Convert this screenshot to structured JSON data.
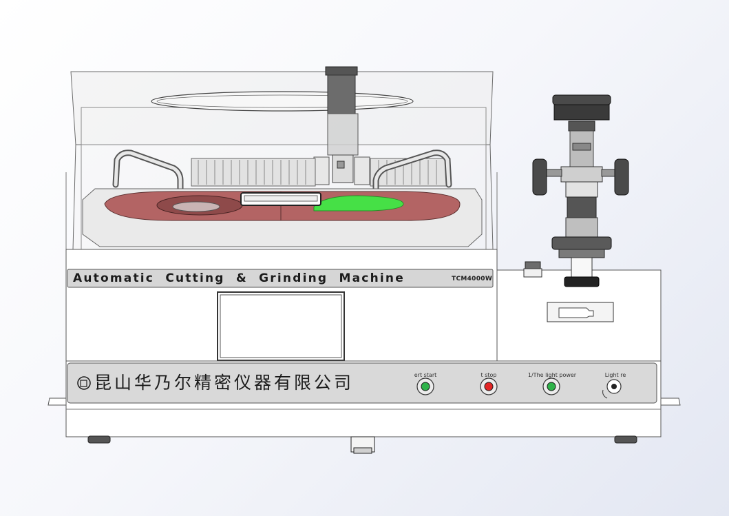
{
  "machine": {
    "title": "Automatic  Cutting  &  Grinding  Machine",
    "model": "TCM4000W",
    "company": "昆山华乃尔精密仪器有限公司"
  },
  "buttons": [
    {
      "label": "ert start",
      "color": "#2fb34a"
    },
    {
      "label": "t stop",
      "color": "#e32626"
    },
    {
      "label": "1/The light power",
      "color": "#2fb34a"
    },
    {
      "label": "Light re",
      "color": "#ffffff"
    }
  ],
  "colors": {
    "disc": "#b36464",
    "disc_dark": "#8e4a4a",
    "green_pad": "#46e046",
    "panel": "#d9d9d9",
    "body": "#ffffff",
    "enclosure": "#e6e6e6"
  }
}
